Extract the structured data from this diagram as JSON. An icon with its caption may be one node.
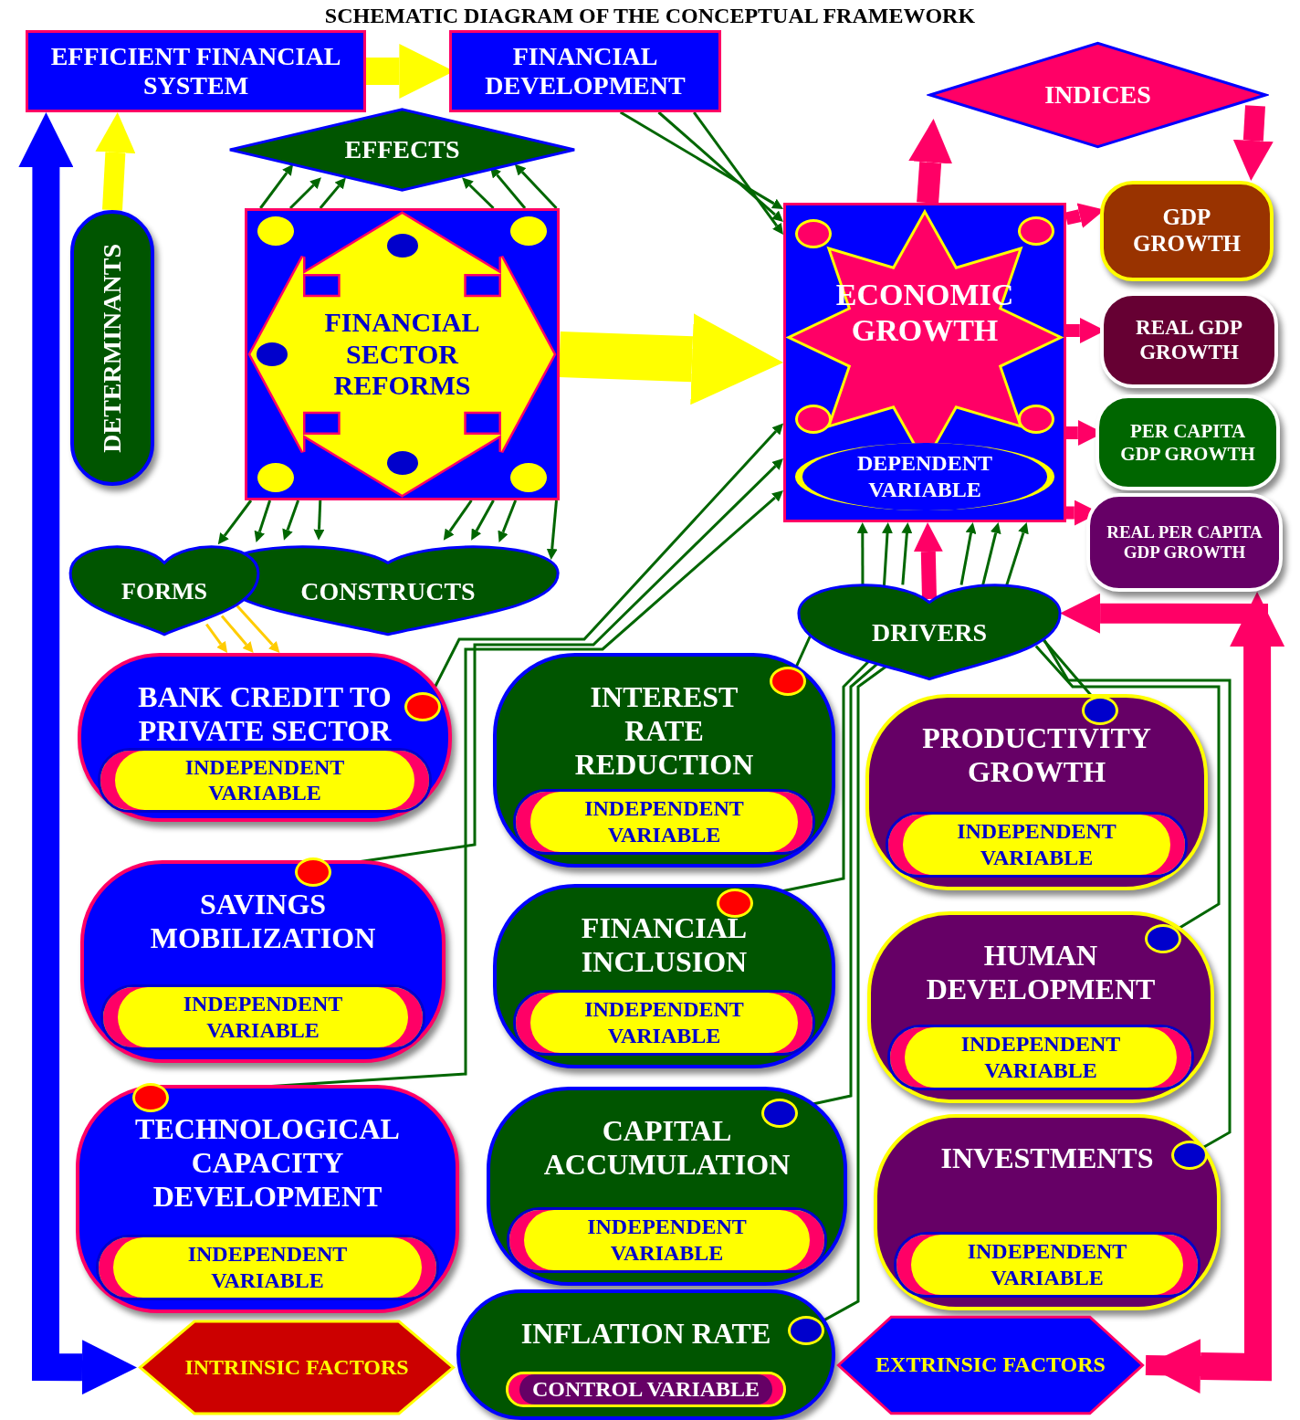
{
  "diagram": {
    "title": "SCHEMATIC DIAGRAM OF THE CONCEPTUAL FRAMEWORK",
    "nodes": [
      {
        "text": [
          "EFFICIENT FINANCIAL SYSTEM"
        ]
      },
      {
        "text": [
          "FINANCIAL DEVELOPMENT"
        ]
      },
      {
        "text": [
          "EFFECTS"
        ]
      },
      {
        "text": [
          "INDICES"
        ]
      },
      {
        "text": [
          "DETERMINANTS"
        ]
      },
      {
        "text": [
          "FINANCIAL SECTOR REFORMS"
        ]
      },
      {
        "text": [
          "ECONOMIC GROWTH",
          "DEPENDENT VARIABLE"
        ]
      },
      {
        "text": [
          "GDP GROWTH"
        ]
      },
      {
        "text": [
          "REAL GDP GROWTH"
        ]
      },
      {
        "text": [
          "PER CAPITA GDP GROWTH"
        ]
      },
      {
        "text": [
          "REAL PER CAPITA GDP GROWTH"
        ]
      },
      {
        "text": [
          "FORMS"
        ]
      },
      {
        "text": [
          "CONSTRUCTS"
        ]
      },
      {
        "text": [
          "DRIVERS"
        ]
      },
      {
        "text": [
          "BANK CREDIT TO PRIVATE SECTOR",
          "INDEPENDENT VARIABLE"
        ]
      },
      {
        "text": [
          "INTEREST RATE REDUCTION",
          "INDEPENDENT VARIABLE"
        ]
      },
      {
        "text": [
          "PRODUCTIVITY GROWTH",
          "INDEPENDENT VARIABLE"
        ]
      },
      {
        "text": [
          "SAVINGS MOBILIZATION",
          "INDEPENDENT VARIABLE"
        ]
      },
      {
        "text": [
          "FINANCIAL INCLUSION",
          "INDEPENDENT VARIABLE"
        ]
      },
      {
        "text": [
          "HUMAN DEVELOPMENT",
          "INDEPENDENT VARIABLE"
        ]
      },
      {
        "text": [
          "TECHNOLOGICAL CAPACITY DEVELOPMENT",
          "INDEPENDENT VARIABLE"
        ]
      },
      {
        "text": [
          "CAPITAL ACCUMULATION",
          "INDEPENDENT VARIABLE"
        ]
      },
      {
        "text": [
          "INVESTMENTS",
          "INDEPENDENT VARIABLE"
        ]
      },
      {
        "text": [
          "INTRINSIC FACTORS"
        ]
      },
      {
        "text": [
          "INFLATION RATE",
          "CONTROL VARIABLE"
        ]
      },
      {
        "text": [
          "EXTRINSIC FACTORS"
        ]
      }
    ],
    "edges": [
      {
        "from": 0,
        "to": 1,
        "arrow": "to",
        "style": "thick",
        "color": "#ffff00"
      },
      {
        "from": 1,
        "to": 6,
        "arrow": "to"
      },
      {
        "from": 1,
        "to": 6,
        "arrow": "to"
      },
      {
        "from": 1,
        "to": 6,
        "arrow": "to"
      },
      {
        "from": 5,
        "to": 2,
        "arrow": "to"
      },
      {
        "from": 5,
        "to": 2,
        "arrow": "to"
      },
      {
        "from": 5,
        "to": 2,
        "arrow": "to"
      },
      {
        "from": 5,
        "to": 2,
        "arrow": "to"
      },
      {
        "from": 5,
        "to": 2,
        "arrow": "to"
      },
      {
        "from": 5,
        "to": 2,
        "arrow": "to"
      },
      {
        "from": 5,
        "to": 11,
        "arrow": "to"
      },
      {
        "from": 5,
        "to": 12,
        "arrow": "to"
      },
      {
        "from": 5,
        "to": 12,
        "arrow": "to"
      },
      {
        "from": 5,
        "to": 12,
        "arrow": "to"
      },
      {
        "from": 5,
        "to": 12,
        "arrow": "to"
      },
      {
        "from": 5,
        "to": 12,
        "arrow": "to"
      },
      {
        "from": 5,
        "to": 12,
        "arrow": "to"
      },
      {
        "from": 5,
        "to": 12,
        "arrow": "to"
      },
      {
        "from": 4,
        "to": 0,
        "arrow": "to",
        "style": "thick",
        "color": "#ffff00"
      },
      {
        "from": 5,
        "to": 6,
        "arrow": "to",
        "style": "thick",
        "color": "#ffff00"
      },
      {
        "from": 6,
        "to": 3,
        "arrow": "to",
        "style": "thick",
        "color": "#ff0066"
      },
      {
        "from": 3,
        "to": 7,
        "arrow": "to",
        "style": "thick",
        "color": "#ff0066"
      },
      {
        "from": 6,
        "to": 7,
        "arrow": "to",
        "style": "thick",
        "color": "#ff0066"
      },
      {
        "from": 6,
        "to": 8,
        "arrow": "to",
        "style": "thick",
        "color": "#ff0066"
      },
      {
        "from": 6,
        "to": 9,
        "arrow": "to",
        "style": "thick",
        "color": "#ff0066"
      },
      {
        "from": 6,
        "to": 10,
        "arrow": "to",
        "style": "thick",
        "color": "#ff0066"
      },
      {
        "from": 13,
        "to": 6,
        "arrow": "to",
        "style": "thick",
        "color": "#ff0066"
      },
      {
        "from": 14,
        "to": 6,
        "arrow": "to"
      },
      {
        "from": 17,
        "to": 6,
        "arrow": "to"
      },
      {
        "from": 20,
        "to": 6,
        "arrow": "to"
      },
      {
        "from": 15,
        "to": 13,
        "arrow": "none"
      },
      {
        "from": 18,
        "to": 13,
        "arrow": "none"
      },
      {
        "from": 21,
        "to": 13,
        "arrow": "none"
      },
      {
        "from": 24,
        "to": 13,
        "arrow": "none"
      },
      {
        "from": 16,
        "to": 13,
        "arrow": "none"
      },
      {
        "from": 19,
        "to": 13,
        "arrow": "none"
      },
      {
        "from": 22,
        "to": 13,
        "arrow": "none"
      },
      {
        "from": 13,
        "to": 6,
        "arrow": "to"
      },
      {
        "from": 13,
        "to": 6,
        "arrow": "to"
      },
      {
        "from": 13,
        "to": 6,
        "arrow": "to"
      },
      {
        "from": 13,
        "to": 6,
        "arrow": "to"
      },
      {
        "from": 13,
        "to": 6,
        "arrow": "to"
      },
      {
        "from": 13,
        "to": 6,
        "arrow": "to"
      },
      {
        "from": 23,
        "to": 0,
        "arrow": "both",
        "style": "thick",
        "color": "#0000ff"
      },
      {
        "from": 25,
        "to": 10,
        "arrow": "both",
        "style": "thick",
        "color": "#ff0066"
      },
      {
        "from": 25,
        "to": 13,
        "arrow": "to",
        "style": "thick",
        "color": "#ff0066"
      },
      {
        "from": 11,
        "to": 14,
        "arrow": "to",
        "color": "#ffcc00"
      },
      {
        "from": 11,
        "to": 14,
        "arrow": "to",
        "color": "#ffcc00"
      },
      {
        "from": 11,
        "to": 14,
        "arrow": "to",
        "color": "#ffcc00"
      }
    ]
  }
}
